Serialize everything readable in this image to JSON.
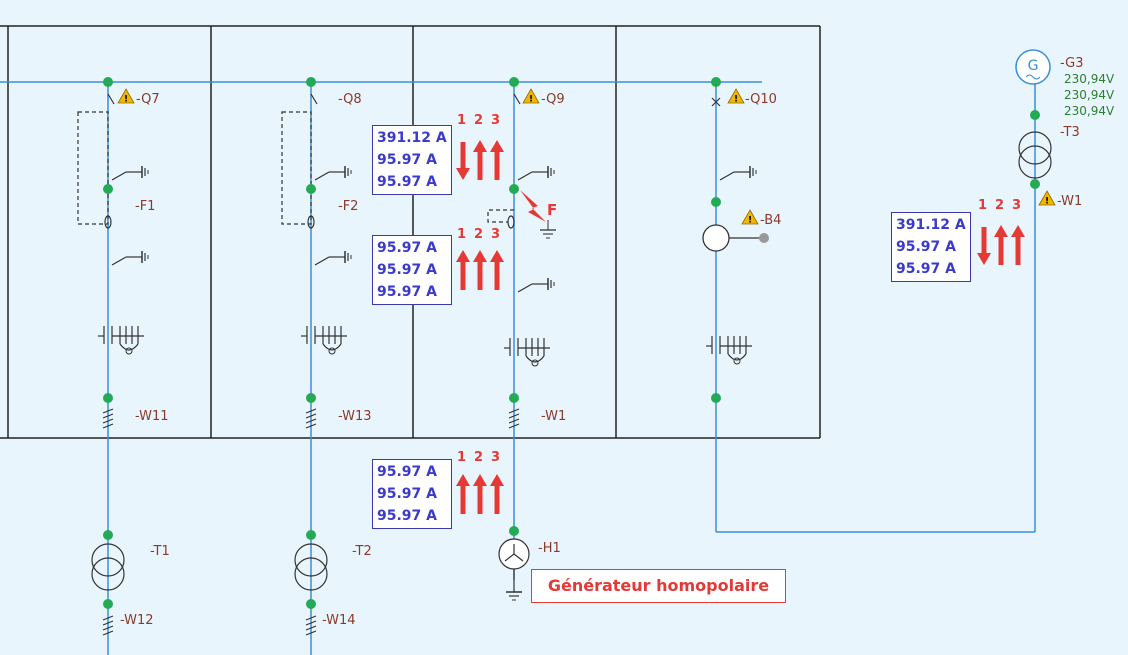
{
  "labels": {
    "q7": "-Q7",
    "q8": "-Q8",
    "q9": "-Q9",
    "q10": "-Q10",
    "f1": "-F1",
    "f2": "-F2",
    "f_fault": "F",
    "b4": "-B4",
    "w11": "-W11",
    "w13": "-W13",
    "w1_bay": "-W1",
    "t1": "-T1",
    "t2": "-T2",
    "w12": "-W12",
    "w14": "-W14",
    "h1": "-H1",
    "g3": "-G3",
    "t3": "-T3",
    "w1_gen": "-W1"
  },
  "generator": {
    "voltages": [
      "230,94V",
      "230,94V",
      "230,94V"
    ]
  },
  "phase_labels": [
    "1",
    "2",
    "3"
  ],
  "current_boxes": [
    {
      "values": [
        "391.12 A",
        "95.97 A",
        "95.97 A"
      ],
      "arrows": [
        "down",
        "up",
        "up"
      ]
    },
    {
      "values": [
        "95.97 A",
        "95.97 A",
        "95.97 A"
      ],
      "arrows": [
        "up",
        "up",
        "up"
      ]
    },
    {
      "values": [
        "95.97 A",
        "95.97 A",
        "95.97 A"
      ],
      "arrows": [
        "up",
        "up",
        "up"
      ]
    },
    {
      "values": [
        "391.12 A",
        "95.97 A",
        "95.97 A"
      ],
      "arrows": [
        "down",
        "up",
        "up"
      ]
    }
  ],
  "callout": "Générateur homopolaire",
  "colors": {
    "line": "#3a8fd6",
    "node": "#22aa55",
    "frame": "#222222",
    "arrow": "#e53935",
    "value_text": "#3a3acc",
    "warning": "#f2b600"
  }
}
